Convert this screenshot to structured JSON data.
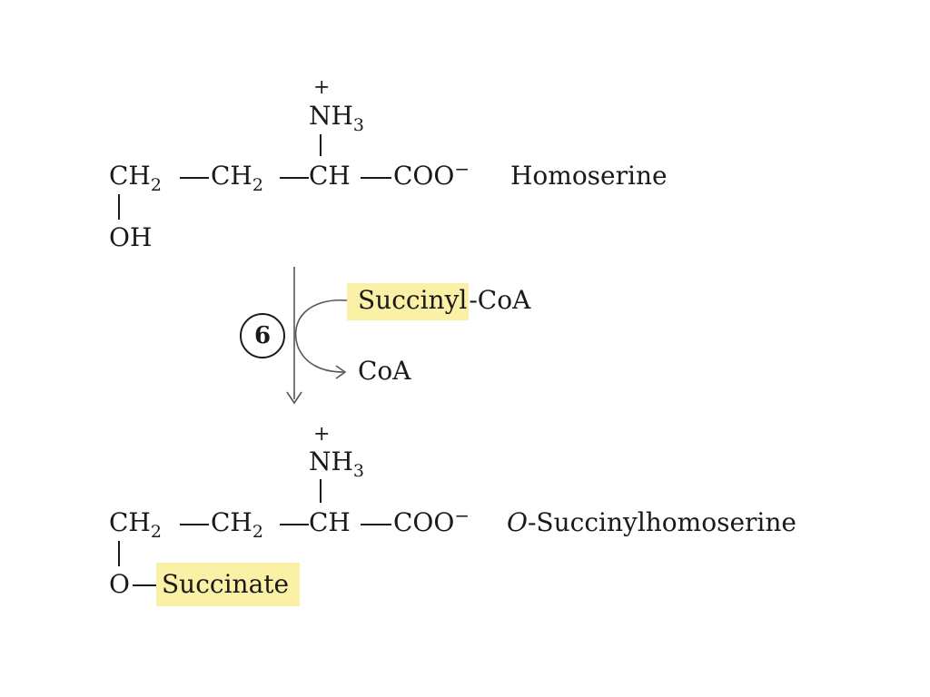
{
  "homoserine": {
    "plus": "+",
    "nh3_main": "NH",
    "nh3_sub": "3",
    "ch2a_main": "CH",
    "ch2a_sub": "2",
    "ch2b_main": "CH",
    "ch2b_sub": "2",
    "ch": "CH",
    "coo_main": "COO",
    "coo_sup": "−",
    "oh": "OH",
    "name": "Homoserine"
  },
  "reaction": {
    "step_number": "6",
    "reactant_highlight": "Succinyl",
    "reactant_rest": "-CoA",
    "product": "CoA"
  },
  "product": {
    "plus": "+",
    "nh3_main": "NH",
    "nh3_sub": "3",
    "ch2a_main": "CH",
    "ch2a_sub": "2",
    "ch2b_main": "CH",
    "ch2b_sub": "2",
    "ch": "CH",
    "coo_main": "COO",
    "coo_sup": "−",
    "o": "O",
    "succinate": "Succinate",
    "name_italic": "O",
    "name_rest": "-Succinylhomoserine"
  },
  "colors": {
    "highlight": "#fbf1a6",
    "ink": "#1a1a1a",
    "arrow": "#555555"
  }
}
